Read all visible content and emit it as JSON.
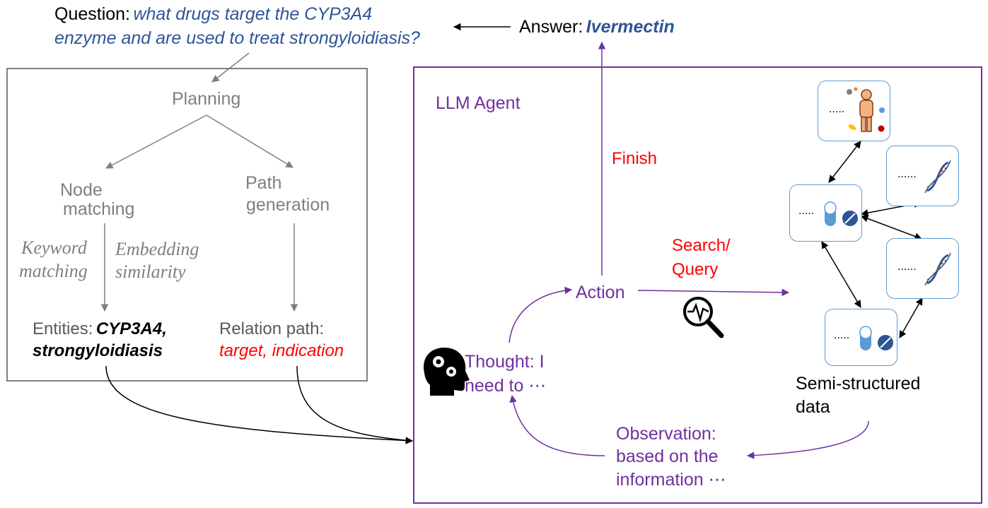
{
  "question": {
    "label": "Question:",
    "line1": "what drugs target the CYP3A4",
    "line2": "enzyme and are used to treat strongyloidiasis?"
  },
  "answer": {
    "label": "Answer:",
    "value": "Ivermectin"
  },
  "planning": {
    "title": "Planning",
    "node_matching": [
      "Node",
      "matching"
    ],
    "path_generation": [
      "Path",
      "generation"
    ],
    "keyword_matching": [
      "Keyword",
      "matching"
    ],
    "embedding_similarity": [
      "Embedding",
      "similarity"
    ],
    "entities_label": "Entities:",
    "entities_value": [
      "CYP3A4,",
      "strongyloidiasis"
    ],
    "relation_label": "Relation path:",
    "relation_value": "target, indication"
  },
  "agent": {
    "title": "LLM Agent",
    "finish": "Finish",
    "action": "Action",
    "search": [
      "Search/",
      "Query"
    ],
    "thought": [
      "Thought: I",
      "need to ⋯"
    ],
    "observation": [
      "Observation:",
      "based on the",
      "information ⋯"
    ],
    "semi_structured": [
      "Semi-structured",
      "data"
    ],
    "node_dots": [
      ".....",
      "......",
      ".....",
      "......",
      "....."
    ]
  },
  "colors": {
    "gray": "#7f7f7f",
    "purple": "#7030a0",
    "blue_text": "#2f5597",
    "red": "#ff0000",
    "node_border": "#5b9bd5"
  },
  "icons": [
    "brain-gears-icon",
    "search-signal-icon",
    "human-body-icon",
    "dna-icon",
    "pill-icon"
  ]
}
